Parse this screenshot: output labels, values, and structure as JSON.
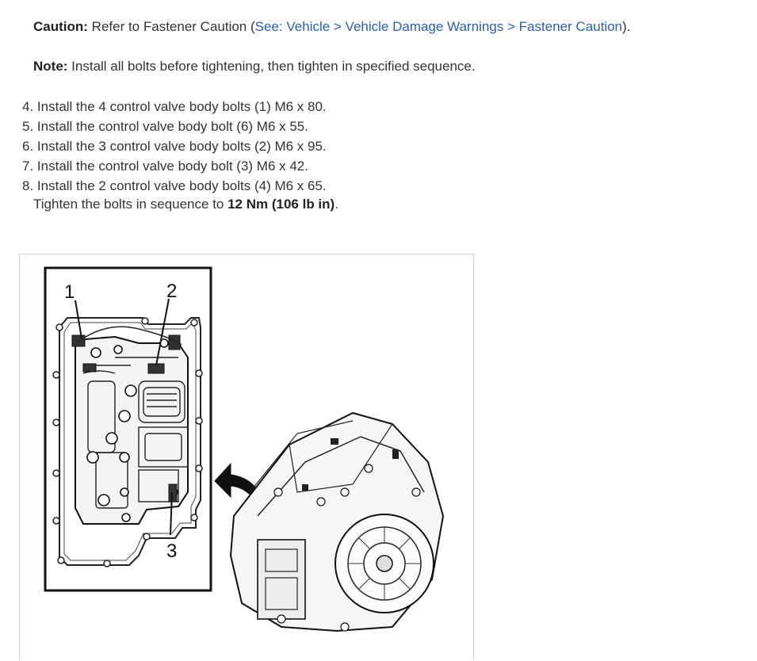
{
  "caution": {
    "label": "Caution:",
    "text_before": " Refer to Fastener Caution (",
    "link": "See: Vehicle > Vehicle Damage Warnings > Fastener Caution",
    "text_after": ")."
  },
  "note": {
    "label": "Note:",
    "text": " Install all bolts before tightening, then tighten in specified sequence."
  },
  "steps": [
    {
      "number": "4.",
      "text": "Install the 4 control valve body bolts (1) M6 x 80."
    },
    {
      "number": "5.",
      "text": "Install the control valve body bolt (6) M6 x 55."
    },
    {
      "number": "6.",
      "text": "Install the 3 control valve body bolts (2) M6 x 95."
    },
    {
      "number": "7.",
      "text": "Install the control valve body bolt (3) M6 x 42."
    },
    {
      "number": "8.",
      "text": "Install the 2 control valve body bolts (4) M6 x 65."
    }
  ],
  "torque": {
    "text_before": "Tighten the bolts in sequence to ",
    "value": "12 Nm (106 lb in)",
    "text_after": "."
  },
  "figure": {
    "callouts": [
      "1",
      "2",
      "3"
    ]
  }
}
